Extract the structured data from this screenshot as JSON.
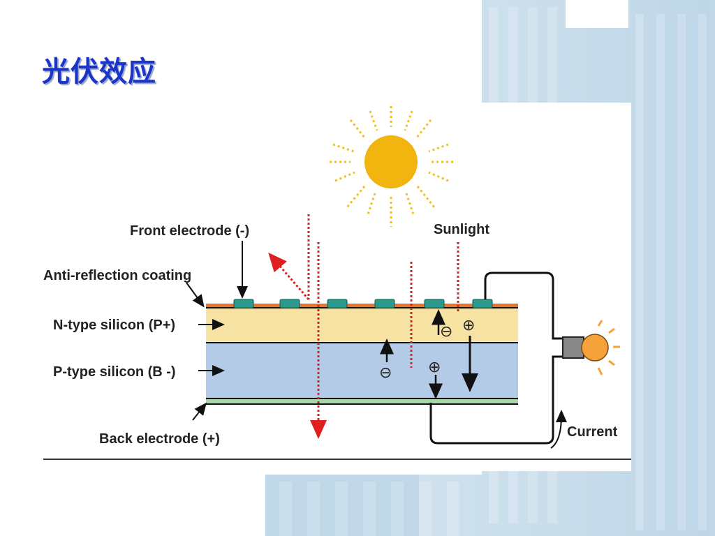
{
  "slide": {
    "title": "光伏效应"
  },
  "diagram": {
    "sunlight_label": "Sunlight",
    "current_label": "Current",
    "layers": {
      "front_electrode": "Front electrode (-)",
      "anti_reflection": "Anti-reflection coating",
      "n_type": "N-type silicon (P+)",
      "p_type": "P-type silicon (B -)",
      "back_electrode": "Back electrode (+)"
    },
    "charges": {
      "minus": "⊖",
      "plus": "⊕"
    }
  },
  "colors": {
    "title": "#1a35c8",
    "n_layer": "#f6e3a4",
    "p_layer": "#b4cbe7",
    "sun": "#f2b50f",
    "rays": "#e34a2a",
    "electrode": "#2a9a8c",
    "bulb": "#f5a23a"
  }
}
